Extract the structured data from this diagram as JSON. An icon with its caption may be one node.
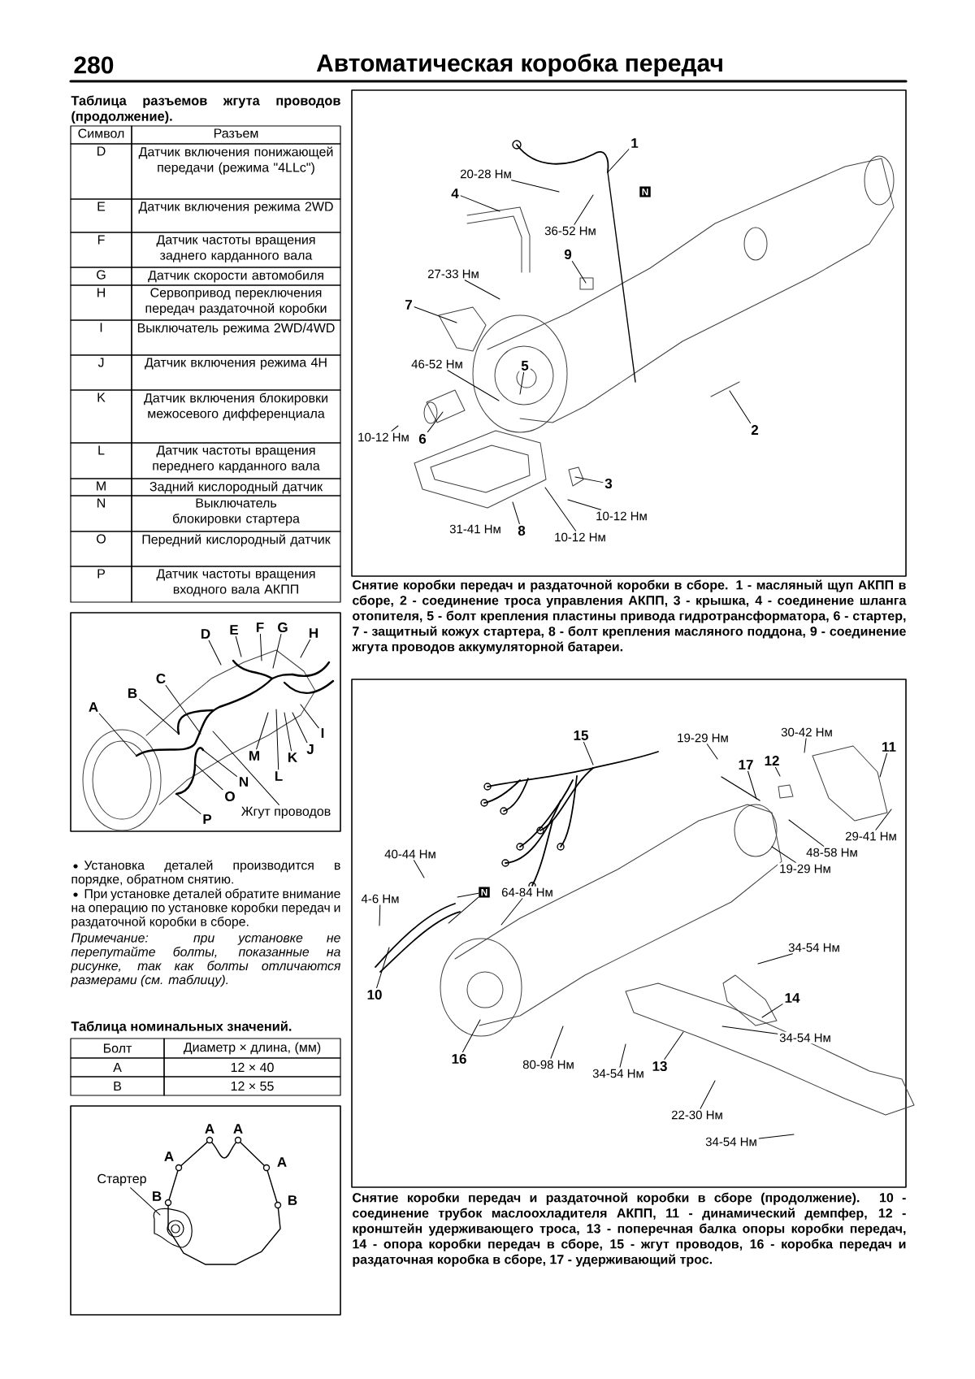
{
  "diagram": {
    "title": "Автоматическая коробка передач",
    "nodes": [
      {
        "text": [
          "A"
        ]
      },
      {
        "text": [
          "B"
        ]
      },
      {
        "text": [
          "C"
        ]
      },
      {
        "text": [
          "D"
        ]
      },
      {
        "text": [
          "E"
        ]
      },
      {
        "text": [
          "F"
        ]
      },
      {
        "text": [
          "G"
        ]
      },
      {
        "text": [
          "H"
        ]
      },
      {
        "text": [
          "I"
        ]
      },
      {
        "text": [
          "J"
        ]
      },
      {
        "text": [
          "K"
        ]
      },
      {
        "text": [
          "L"
        ]
      },
      {
        "text": [
          "M"
        ]
      },
      {
        "text": [
          "N"
        ]
      },
      {
        "text": [
          "O"
        ]
      },
      {
        "text": [
          "P"
        ]
      },
      {
        "text": [
          "Жгут проводов"
        ]
      },
      {
        "text": [
          "Стартер"
        ]
      },
      {
        "text": [
          "1"
        ]
      },
      {
        "text": [
          "20-28 Нм"
        ]
      },
      {
        "text": [
          "4"
        ]
      },
      {
        "text": [
          "36-52 Нм"
        ]
      },
      {
        "text": [
          "9"
        ]
      },
      {
        "text": [
          "27-33 Нм"
        ]
      },
      {
        "text": [
          "7"
        ]
      },
      {
        "text": [
          "46-52 Нм"
        ]
      },
      {
        "text": [
          "5"
        ]
      },
      {
        "text": [
          "10-12 Нм"
        ]
      },
      {
        "text": [
          "6"
        ]
      },
      {
        "text": [
          "2"
        ]
      },
      {
        "text": [
          "3"
        ]
      },
      {
        "text": [
          "10-12 Нм"
        ]
      },
      {
        "text": [
          "8"
        ]
      },
      {
        "text": [
          "10-12 Нм"
        ]
      },
      {
        "text": [
          "15"
        ]
      },
      {
        "text": [
          "19-29 Нм"
        ]
      },
      {
        "text": [
          "30-42 Нм"
        ]
      },
      {
        "text": [
          "11"
        ]
      },
      {
        "text": [
          "17"
        ]
      },
      {
        "text": [
          "12"
        ]
      },
      {
        "text": [
          "29-41 Нм"
        ]
      },
      {
        "text": [
          "48-58 Нм"
        ]
      },
      {
        "text": [
          "19-29 Нм"
        ]
      },
      {
        "text": [
          "40-44 Нм"
        ]
      },
      {
        "text": [
          "4-6 Нм"
        ]
      },
      {
        "text": [
          "N"
        ]
      },
      {
        "text": [
          "64-84 Нм"
        ]
      },
      {
        "text": [
          "34-54 Нм"
        ]
      },
      {
        "text": [
          "14"
        ]
      },
      {
        "text": [
          "34-54 Нм"
        ]
      },
      {
        "text": [
          "10"
        ]
      },
      {
        "text": [
          "16"
        ]
      },
      {
        "text": [
          "80-98 Нм"
        ]
      },
      {
        "text": [
          "34-54 Нм"
        ]
      },
      {
        "text": [
          "13"
        ]
      },
      {
        "text": [
          "22-30 Нм"
        ]
      },
      {
        "text": [
          "34-54 Нм"
        ]
      }
    ],
    "edges": [
      {
        "from": 0,
        "to": null,
        "arrow": "none"
      },
      {
        "from": 1,
        "to": null,
        "arrow": "none"
      },
      {
        "from": 2,
        "to": null,
        "arrow": "none"
      },
      {
        "from": 3,
        "to": null,
        "arrow": "none"
      },
      {
        "from": 4,
        "to": null,
        "arrow": "none"
      },
      {
        "from": 5,
        "to": null,
        "arrow": "none"
      },
      {
        "from": 6,
        "to": null,
        "arrow": "none"
      },
      {
        "from": 7,
        "to": null,
        "arrow": "none"
      },
      {
        "from": 8,
        "to": null,
        "arrow": "none"
      },
      {
        "from": 9,
        "to": null,
        "arrow": "none"
      },
      {
        "from": 10,
        "to": null,
        "arrow": "none"
      },
      {
        "from": 11,
        "to": null,
        "arrow": "none"
      },
      {
        "from": 12,
        "to": null,
        "arrow": "none"
      },
      {
        "from": 13,
        "to": null,
        "arrow": "none"
      },
      {
        "from": 14,
        "to": null,
        "arrow": "none"
      },
      {
        "from": 15,
        "to": null,
        "arrow": "none"
      },
      {
        "from": 16,
        "to": null,
        "arrow": "none"
      },
      {
        "from": 17,
        "to": null,
        "arrow": "none"
      },
      {
        "from": 18,
        "to": null,
        "arrow": "none"
      },
      {
        "from": 19,
        "to": null,
        "arrow": "none"
      },
      {
        "from": 20,
        "to": null,
        "arrow": "none"
      },
      {
        "from": 21,
        "to": null,
        "arrow": "none"
      },
      {
        "from": 22,
        "to": null,
        "arrow": "none"
      },
      {
        "from": 23,
        "to": null,
        "arrow": "none"
      },
      {
        "from": 24,
        "to": null,
        "arrow": "none"
      },
      {
        "from": 25,
        "to": null,
        "arrow": "none"
      },
      {
        "from": 26,
        "to": null,
        "arrow": "none"
      },
      {
        "from": 27,
        "to": null,
        "arrow": "none"
      },
      {
        "from": 28,
        "to": null,
        "arrow": "none"
      },
      {
        "from": 29,
        "to": null,
        "arrow": "none"
      },
      {
        "from": 30,
        "to": null,
        "arrow": "none"
      },
      {
        "from": 31,
        "to": null,
        "arrow": "none"
      },
      {
        "from": 32,
        "to": null,
        "arrow": "none"
      },
      {
        "from": 33,
        "to": null,
        "arrow": "none"
      },
      {
        "from": 34,
        "to": null,
        "arrow": "none"
      },
      {
        "from": 35,
        "to": null,
        "arrow": "none"
      },
      {
        "from": 36,
        "to": null,
        "arrow": "none"
      },
      {
        "from": 37,
        "to": null,
        "arrow": "none"
      },
      {
        "from": 38,
        "to": null,
        "arrow": "none"
      },
      {
        "from": 39,
        "to": null,
        "arrow": "none"
      },
      {
        "from": 40,
        "to": null,
        "arrow": "none"
      },
      {
        "from": 41,
        "to": null,
        "arrow": "none"
      },
      {
        "from": 42,
        "to": null,
        "arrow": "none"
      },
      {
        "from": 43,
        "to": null,
        "arrow": "none"
      },
      {
        "from": 44,
        "to": null,
        "arrow": "none"
      },
      {
        "from": 45,
        "to": null,
        "arrow": "none"
      },
      {
        "from": 45,
        "to": null,
        "arrow": "none"
      },
      {
        "from": 46,
        "to": null,
        "arrow": "none"
      },
      {
        "from": 47,
        "to": null,
        "arrow": "none"
      },
      {
        "from": 48,
        "to": null,
        "arrow": "none"
      },
      {
        "from": 49,
        "to": null,
        "arrow": "none"
      },
      {
        "from": 50,
        "to": null,
        "arrow": "none"
      },
      {
        "from": 51,
        "to": null,
        "arrow": "none"
      },
      {
        "from": 52,
        "to": null,
        "arrow": "none"
      },
      {
        "from": 53,
        "to": null,
        "arrow": "none"
      },
      {
        "from": 54,
        "to": null,
        "arrow": "none"
      },
      {
        "from": 55,
        "to": null,
        "arrow": "none"
      },
      {
        "from": 56,
        "to": null,
        "arrow": "none"
      }
    ],
    "labels": [
      "280",
      "Таблица разъемов жгута проводов (продолжение).",
      "Символ",
      "Разъем",
      "D",
      "Датчик включения понижающей передачи (режима \"4LLc\")",
      "E",
      "Датчик включения режима 2WD",
      "F",
      "Датчик частоты вращения заднего карданного вала",
      "G",
      "Датчик скорости автомобиля",
      "H",
      "Сервопривод переключения передач раздаточной коробки",
      "I",
      "Выключатель режима 2WD/4WD",
      "J",
      "Датчик включения режима 4H",
      "K",
      "Датчик включения блокировки межосевого дифференциала",
      "L",
      "Датчик частоты вращения переднего карданного вала",
      "M",
      "Задний кислородный датчик",
      "N",
      "Выключатель блокировки стартера",
      "O",
      "Передний кислородный датчик",
      "P",
      "Датчик частоты вращения входного вала АКПП",
      "Установка деталей производится в порядке, обратном снятию.",
      "При установке деталей обратите внимание на операцию по установке коробки передач и раздаточной коробки в сборе.",
      "Примечание: при установке не перепутайте болты, показанные на рисунке, так как болты отличаются размерами (см. таблицу).",
      "Таблица номинальных значений.",
      "Болт",
      "Диаметр × длина, (мм)",
      "A",
      "12 × 40",
      "B",
      "12 × 55",
      "A",
      "A",
      "A",
      "A",
      "B",
      "B",
      "N",
      "31-41 Нм",
      "Снятие коробки передач и раздаточной коробки в сборе. 1 - масляный щуп АКПП в сборе, 2 - соединение троса управления АКПП, 3 - крышка, 4 - соединение шланга отопителя, 5 - болт крепления пластины привода гидротрансформатора, 6 - стартер, 7 - защитный кожух стартера, 8 - болт крепления масляного поддона, 9 - соединение жгута проводов аккумуляторной батареи.",
      "Снятие коробки передач и раздаточной коробки в сборе (продолжение). 10 - соединение трубок маслоохладителя АКПП, 11 - динамический демпфер, 12 - кронштейн удерживающего троса, 13 - поперечная балка опоры коробки передач, 14 - опора коробки передач в сборе, 15 - жгут проводов, 16 - коробка передач и раздаточная коробка в сборе, 17 - удерживающий трос."
    ]
  }
}
